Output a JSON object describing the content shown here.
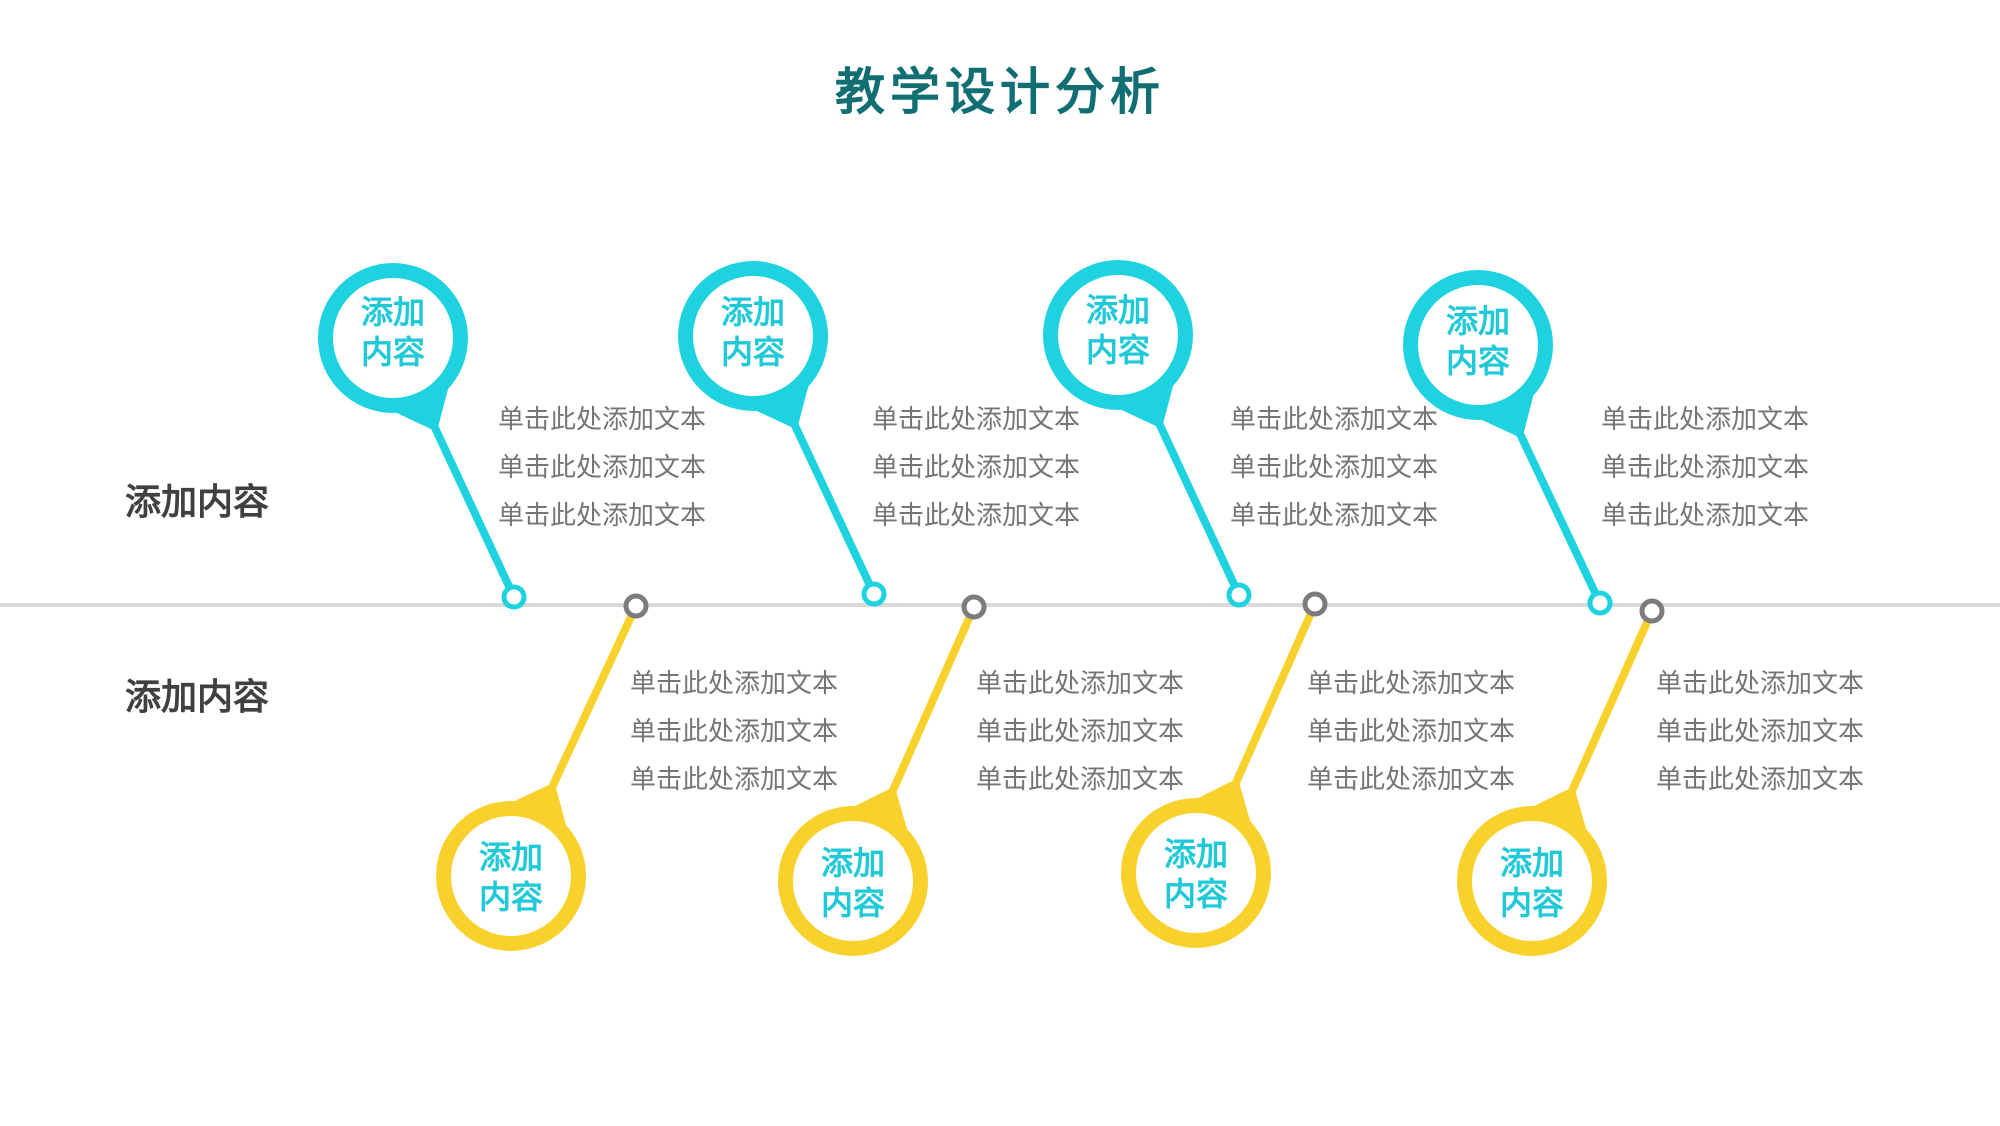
{
  "title": "教学设计分析",
  "row_labels": [
    "添加内容",
    "添加内容"
  ],
  "colors": {
    "title": "#116f74",
    "cyan": "#1ed3df",
    "yellow": "#f9d12d",
    "grey_dot": "#7c7c7c",
    "axis": "#dadada",
    "text": "#757575"
  },
  "top_pins": [
    {
      "line1": "添加",
      "line2": "内容"
    },
    {
      "line1": "添加",
      "line2": "内容"
    },
    {
      "line1": "添加",
      "line2": "内容"
    },
    {
      "line1": "添加",
      "line2": "内容"
    }
  ],
  "bottom_pins": [
    {
      "line1": "添加",
      "line2": "内容"
    },
    {
      "line1": "添加",
      "line2": "内容"
    },
    {
      "line1": "添加",
      "line2": "内容"
    },
    {
      "line1": "添加",
      "line2": "内容"
    }
  ],
  "top_texts": [
    [
      "单击此处添加文本",
      "单击此处添加文本",
      "单击此处添加文本"
    ],
    [
      "单击此处添加文本",
      "单击此处添加文本",
      "单击此处添加文本"
    ],
    [
      "单击此处添加文本",
      "单击此处添加文本",
      "单击此处添加文本"
    ],
    [
      "单击此处添加文本",
      "单击此处添加文本",
      "单击此处添加文本"
    ]
  ],
  "bottom_texts": [
    [
      "单击此处添加文本",
      "单击此处添加文本",
      "单击此处添加文本"
    ],
    [
      "单击此处添加文本",
      "单击此处添加文本",
      "单击此处添加文本"
    ],
    [
      "单击此处添加文本",
      "单击此处添加文本",
      "单击此处添加文本"
    ],
    [
      "单击此处添加文本",
      "单击此处添加文本",
      "单击此处添加文本"
    ]
  ]
}
